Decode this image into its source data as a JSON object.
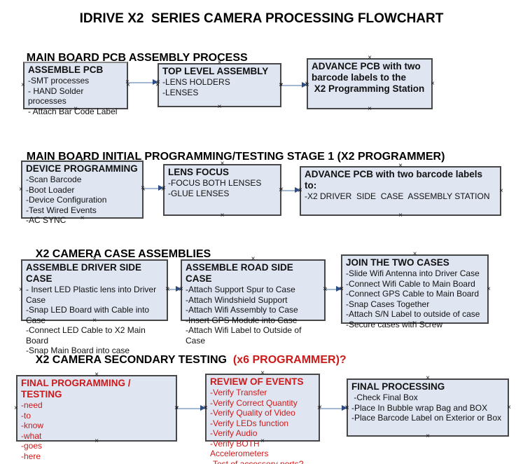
{
  "title": "IDRIVE X2  SERIES CAMERA PROCESSING FLOWCHART",
  "colors": {
    "box_fill": "#dfe5f1",
    "box_border": "#474747",
    "red_text": "#cc1a1a",
    "arrow_line": "#a3b8d2",
    "arrow_head": "#2e4d82"
  },
  "icons": {
    "handle_glyph": "×"
  },
  "sections": [
    {
      "heading": "MAIN BOARD PCB ASSEMBLY PROCESS",
      "heading_red": "",
      "boxes": [
        {
          "title": "ASSEMBLE PCB",
          "text_color": "black",
          "items": [
            "-SMT processes",
            "- HAND Solder processes",
            "- Attach Bar Code Label"
          ]
        },
        {
          "title": "TOP LEVEL ASSEMBLY",
          "text_color": "black",
          "items": [
            "-LENS HOLDERS",
            "-LENSES"
          ]
        },
        {
          "title": "ADVANCE PCB with two\nbarcode labels to the\n X2 Programming Station",
          "text_color": "black",
          "items": []
        }
      ]
    },
    {
      "heading": "MAIN BOARD INITIAL PROGRAMMING/TESTING STAGE 1 (X2 PROGRAMMER)",
      "heading_red": "",
      "boxes": [
        {
          "title": "DEVICE PROGRAMMING",
          "text_color": "black",
          "items": [
            "-Scan Barcode",
            "-Boot Loader",
            "-Device Configuration",
            "-Test Wired Events",
            "-AC SYNC"
          ]
        },
        {
          "title": "LENS FOCUS",
          "text_color": "black",
          "items": [
            "-FOCUS BOTH LENSES",
            "-GLUE LENSES"
          ]
        },
        {
          "title": "ADVANCE PCB with two barcode labels to:",
          "text_color": "black",
          "items": [
            "-X2 DRIVER  SIDE  CASE  ASSEMBLY STATION"
          ]
        }
      ]
    },
    {
      "heading": "X2 CAMERA CASE ASSEMBLIES",
      "heading_red": "",
      "boxes": [
        {
          "title": "ASSEMBLE DRIVER SIDE CASE",
          "text_color": "black",
          "items": [
            "- Insert LED Plastic lens into Driver Case",
            "-Snap LED Board with Cable into Case",
            "-Connect LED Cable to X2 Main Board",
            "-Snap Main Board into case"
          ]
        },
        {
          "title": "ASSEMBLE ROAD SIDE CASE",
          "text_color": "black",
          "items": [
            "-Attach Support Spur to Case",
            "-Attach Windshield Support",
            "-Attach Wifi Assembly to Case",
            "-Insert GPS Module into Case",
            "-Attach Wifi Label to Outside of Case"
          ]
        },
        {
          "title": "JOIN THE TWO CASES",
          "text_color": "black",
          "items": [
            "-Slide Wifi Antenna into Driver Case",
            "-Connect Wifi Cable to Main Board",
            "-Connect GPS Cable to Main Board",
            "-Snap Cases Together",
            "-Attach S/N Label to outside of case",
            "-Secure cases with Screw"
          ]
        }
      ]
    },
    {
      "heading": "X2 CAMERA SECONDARY TESTING ",
      "heading_red": " (x6 PROGRAMMER)?",
      "boxes": [
        {
          "title": "FINAL PROGRAMMING / TESTING",
          "text_color": "red",
          "items": [
            "-need",
            "-to",
            "-know",
            "-what",
            "-goes",
            "-here"
          ]
        },
        {
          "title": "REVIEW OF EVENTS",
          "text_color": "red",
          "items": [
            "-Verify Transfer",
            "-Verify Correct Quantity",
            "-Verify Quality of Video",
            "-Verify LEDs function",
            "-Verify Audio",
            "-Verify BOTH Accelerometers",
            "-Test of accessory ports?"
          ]
        },
        {
          "title": "FINAL PROCESSING",
          "text_color": "black",
          "items": [
            " -Check Final Box",
            "-Place In Bubble wrap Bag and BOX",
            "-Place Barcode Label on Exterior or Box"
          ]
        }
      ]
    }
  ]
}
